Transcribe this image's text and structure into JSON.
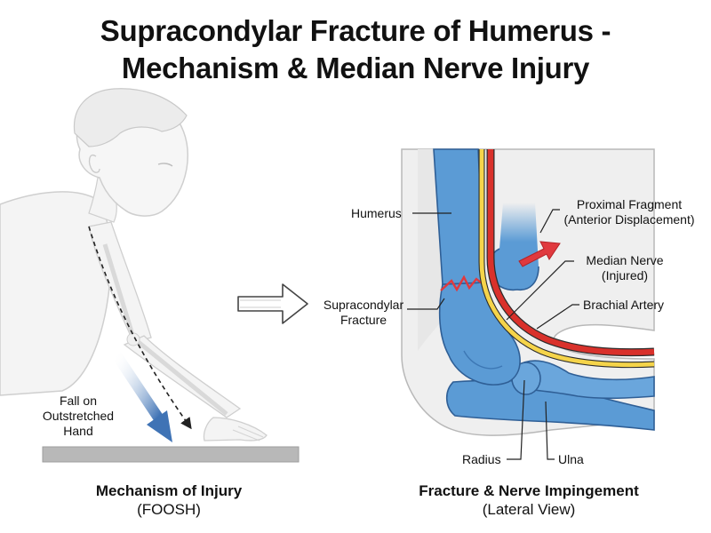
{
  "title": {
    "line1": "Supracondylar Fracture of Humerus -",
    "line2": "Mechanism & Median Nerve Injury"
  },
  "left_panel": {
    "annotation": [
      "Fall on",
      "Outstretched",
      "Hand"
    ],
    "caption_main": "Mechanism of Injury",
    "caption_sub": "(FOOSH)"
  },
  "right_panel": {
    "labels": {
      "humerus": "Humerus",
      "proximal_fragment": [
        "Proximal Fragment",
        "(Anterior Displacement)"
      ],
      "median_nerve": [
        "Median Nerve",
        "(Injured)"
      ],
      "brachial_artery": "Brachial Artery",
      "supracondylar_fracture": [
        "Supracondylar",
        "Fracture"
      ],
      "radius": "Radius",
      "ulna": "Ulna"
    },
    "caption_main": "Fracture & Nerve Impingement",
    "caption_sub": "(Lateral View)"
  },
  "colors": {
    "bone": "#5b9bd5",
    "bone_dark": "#2f5f96",
    "nerve": "#f5d44a",
    "artery": "#d9312b",
    "fracture_line": "#e0393e",
    "arrow_force": "#3f73b5",
    "skin": "#f3f3f3"
  }
}
